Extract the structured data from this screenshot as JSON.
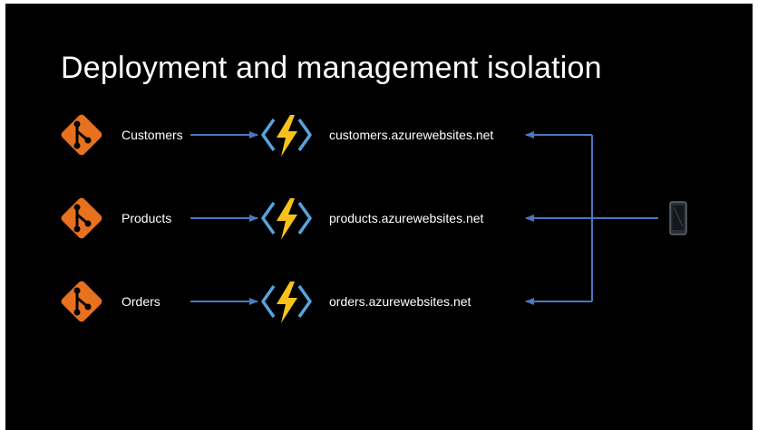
{
  "slide": {
    "title": "Deployment and management isolation",
    "rows": [
      {
        "repo_label": "Customers",
        "url": "customers.azurewebsites.net"
      },
      {
        "repo_label": "Products",
        "url": "products.azurewebsites.net"
      },
      {
        "repo_label": "Orders",
        "url": "orders.azurewebsites.net"
      }
    ]
  },
  "icons": {
    "repo": "git-icon",
    "function": "azure-functions-icon",
    "client": "phone-icon"
  },
  "colors": {
    "background": "#000000",
    "text": "#ffffff",
    "git_orange": "#e8711f",
    "arrow_blue": "#4a78c2",
    "bolt_yellow": "#f7c31b",
    "bracket_blue": "#58a4dc"
  }
}
